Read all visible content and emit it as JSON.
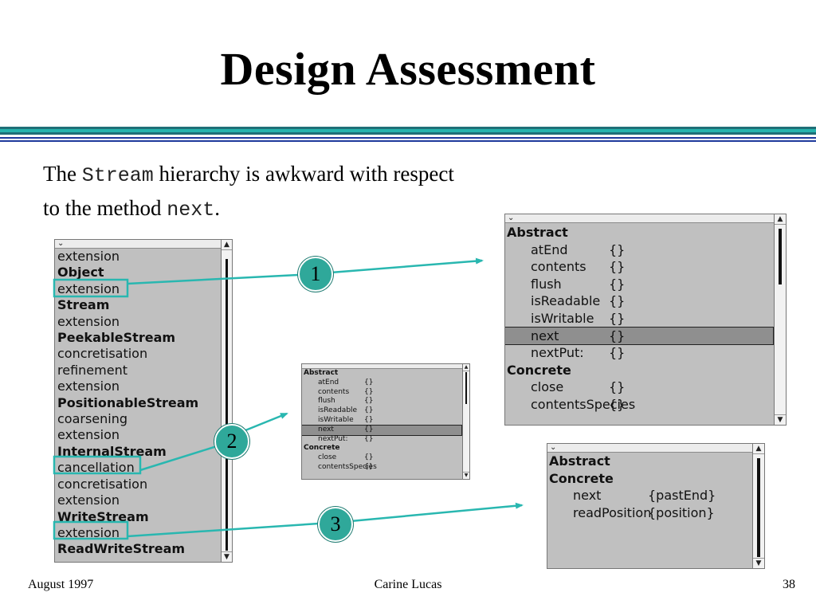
{
  "slide": {
    "title": "Design Assessment",
    "intro": {
      "part1": "The ",
      "code1": "Stream",
      "part2": " hierarchy is awkward with respect",
      "part3": "to the method ",
      "code2": "next",
      "part4": "."
    }
  },
  "hierarchy_panel": {
    "items": [
      {
        "label": "extension",
        "bold": false
      },
      {
        "label": "Object",
        "bold": true
      },
      {
        "label": "extension",
        "bold": false
      },
      {
        "label": "Stream",
        "bold": true
      },
      {
        "label": "extension",
        "bold": false
      },
      {
        "label": "PeekableStream",
        "bold": true
      },
      {
        "label": "concretisation",
        "bold": false
      },
      {
        "label": "refinement",
        "bold": false
      },
      {
        "label": "extension",
        "bold": false
      },
      {
        "label": "PositionableStream",
        "bold": true
      },
      {
        "label": "coarsening",
        "bold": false
      },
      {
        "label": "extension",
        "bold": false
      },
      {
        "label": "InternalStream",
        "bold": true
      },
      {
        "label": "cancellation",
        "bold": false
      },
      {
        "label": "concretisation",
        "bold": false
      },
      {
        "label": "extension",
        "bold": false
      },
      {
        "label": "WriteStream",
        "bold": true
      },
      {
        "label": "extension",
        "bold": false
      },
      {
        "label": "ReadWriteStream",
        "bold": true
      }
    ],
    "highlighted": [
      2,
      13,
      17
    ]
  },
  "stream_methods_panel": {
    "rows": [
      {
        "label": "Abstract",
        "extra": "",
        "bold": true,
        "indent": false,
        "selected": false
      },
      {
        "label": "atEnd",
        "extra": "{}",
        "bold": false,
        "indent": true,
        "selected": false
      },
      {
        "label": "contents",
        "extra": "{}",
        "bold": false,
        "indent": true,
        "selected": false
      },
      {
        "label": "flush",
        "extra": "{}",
        "bold": false,
        "indent": true,
        "selected": false
      },
      {
        "label": "isReadable",
        "extra": "{}",
        "bold": false,
        "indent": true,
        "selected": false
      },
      {
        "label": "isWritable",
        "extra": "{}",
        "bold": false,
        "indent": true,
        "selected": false
      },
      {
        "label": "next",
        "extra": "{}",
        "bold": false,
        "indent": true,
        "selected": true
      },
      {
        "label": "nextPut:",
        "extra": "{}",
        "bold": false,
        "indent": true,
        "selected": false
      },
      {
        "label": "Concrete",
        "extra": "",
        "bold": true,
        "indent": false,
        "selected": false
      },
      {
        "label": "close",
        "extra": "{}",
        "bold": false,
        "indent": true,
        "selected": false
      },
      {
        "label": "contentsSpecies",
        "extra": "{}",
        "bold": false,
        "indent": true,
        "selected": false
      }
    ]
  },
  "internal_stream_panel": {
    "rows": [
      {
        "label": "Abstract",
        "extra": "",
        "bold": true,
        "indent": false,
        "selected": false
      },
      {
        "label": "atEnd",
        "extra": "{}",
        "bold": false,
        "indent": true,
        "selected": false
      },
      {
        "label": "contents",
        "extra": "{}",
        "bold": false,
        "indent": true,
        "selected": false
      },
      {
        "label": "flush",
        "extra": "{}",
        "bold": false,
        "indent": true,
        "selected": false
      },
      {
        "label": "isReadable",
        "extra": "{}",
        "bold": false,
        "indent": true,
        "selected": false
      },
      {
        "label": "isWritable",
        "extra": "{}",
        "bold": false,
        "indent": true,
        "selected": false
      },
      {
        "label": "next",
        "extra": "{}",
        "bold": false,
        "indent": true,
        "selected": true
      },
      {
        "label": "nextPut:",
        "extra": "{}",
        "bold": false,
        "indent": true,
        "selected": false
      },
      {
        "label": "Concrete",
        "extra": "",
        "bold": true,
        "indent": false,
        "selected": false
      },
      {
        "label": "close",
        "extra": "{}",
        "bold": false,
        "indent": true,
        "selected": false
      },
      {
        "label": "contentsSpecies",
        "extra": "{}",
        "bold": false,
        "indent": true,
        "selected": false
      }
    ]
  },
  "write_stream_panel": {
    "rows": [
      {
        "label": "Abstract",
        "extra": "",
        "bold": true,
        "indent": false,
        "selected": false
      },
      {
        "label": "Concrete",
        "extra": "",
        "bold": true,
        "indent": false,
        "selected": false
      },
      {
        "label": "next",
        "extra": "{pastEnd}",
        "bold": false,
        "indent": true,
        "selected": false
      },
      {
        "label": "readPosition",
        "extra": "{position}",
        "bold": false,
        "indent": true,
        "selected": false
      }
    ]
  },
  "callouts": {
    "one": "1",
    "two": "2",
    "three": "3"
  },
  "footer": {
    "date": "August 1997",
    "author": "Carine Lucas",
    "page": "38"
  },
  "colors": {
    "accent_teal": "#29b7b0",
    "rule_dark_teal": "#1f6f78",
    "rule_blue": "#1e3a9c",
    "panel_gray": "#c0c0c0"
  },
  "icons": [
    "chevron-down-icon",
    "scroll-up-arrow-icon",
    "scroll-down-arrow-icon"
  ]
}
